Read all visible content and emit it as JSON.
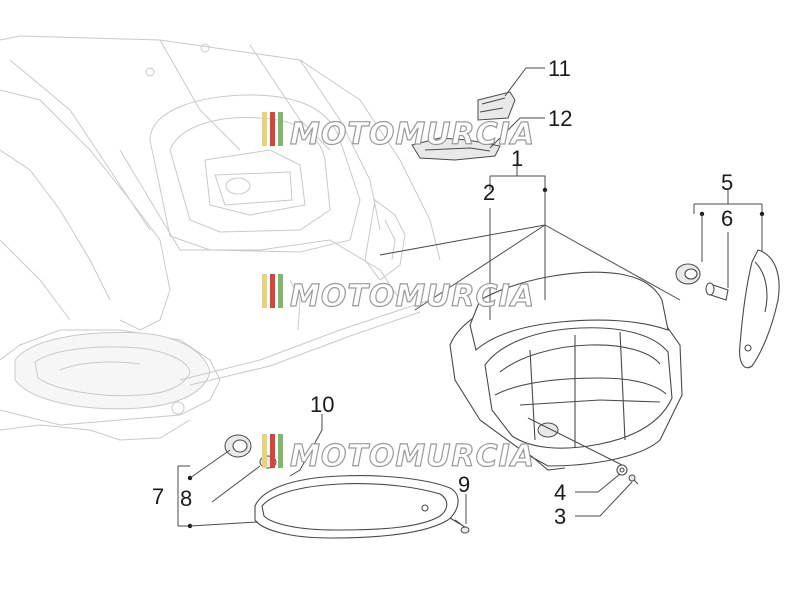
{
  "labels": {
    "l1": "1",
    "l2": "2",
    "l3": "3",
    "l4": "4",
    "l5": "5",
    "l6": "6",
    "l7": "7",
    "l8": "8",
    "l9": "9",
    "l10": "10",
    "l11": "11",
    "l12": "12"
  },
  "watermark": {
    "text": "MOTOMURCIA",
    "colors": [
      "#e8d27a",
      "#d9443a",
      "#7fb86a"
    ]
  }
}
